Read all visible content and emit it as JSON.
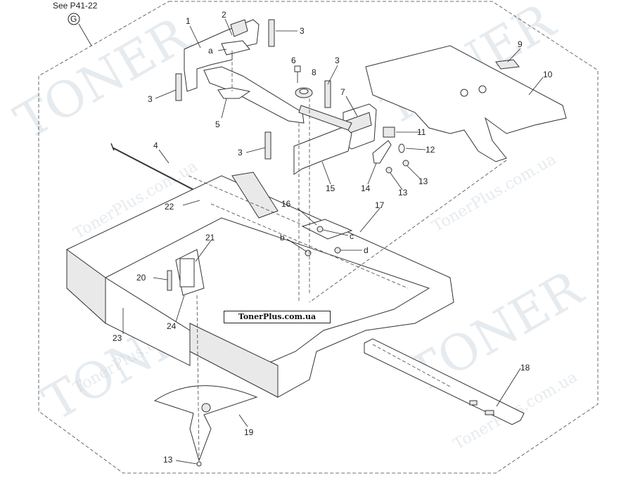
{
  "reference": {
    "text": "See P41-22",
    "symbol": "G"
  },
  "caption": "TonerPlus.com.ua",
  "watermarks": [
    "TONER",
    "TonerPlus.com.ua"
  ],
  "callouts": [
    {
      "id": "c1",
      "label": "1"
    },
    {
      "id": "c2",
      "label": "2"
    },
    {
      "id": "c3a",
      "label": "3"
    },
    {
      "id": "c3b",
      "label": "3"
    },
    {
      "id": "c3c",
      "label": "3"
    },
    {
      "id": "c3d",
      "label": "3"
    },
    {
      "id": "c4",
      "label": "4"
    },
    {
      "id": "c5",
      "label": "5"
    },
    {
      "id": "c6",
      "label": "6"
    },
    {
      "id": "c7",
      "label": "7"
    },
    {
      "id": "c8",
      "label": "8"
    },
    {
      "id": "c9",
      "label": "9"
    },
    {
      "id": "c10",
      "label": "10"
    },
    {
      "id": "c11",
      "label": "11"
    },
    {
      "id": "c12",
      "label": "12"
    },
    {
      "id": "c13a",
      "label": "13"
    },
    {
      "id": "c13b",
      "label": "13"
    },
    {
      "id": "c13c",
      "label": "13"
    },
    {
      "id": "c14",
      "label": "14"
    },
    {
      "id": "c15",
      "label": "15"
    },
    {
      "id": "c16",
      "label": "16"
    },
    {
      "id": "c17",
      "label": "17"
    },
    {
      "id": "c18",
      "label": "18"
    },
    {
      "id": "c19",
      "label": "19"
    },
    {
      "id": "c20",
      "label": "20"
    },
    {
      "id": "c21",
      "label": "21"
    },
    {
      "id": "c22",
      "label": "22"
    },
    {
      "id": "c23",
      "label": "23"
    },
    {
      "id": "c24",
      "label": "24"
    },
    {
      "id": "ca",
      "label": "a"
    },
    {
      "id": "cb",
      "label": "b"
    },
    {
      "id": "cc",
      "label": "c"
    },
    {
      "id": "cd",
      "label": "d"
    }
  ]
}
